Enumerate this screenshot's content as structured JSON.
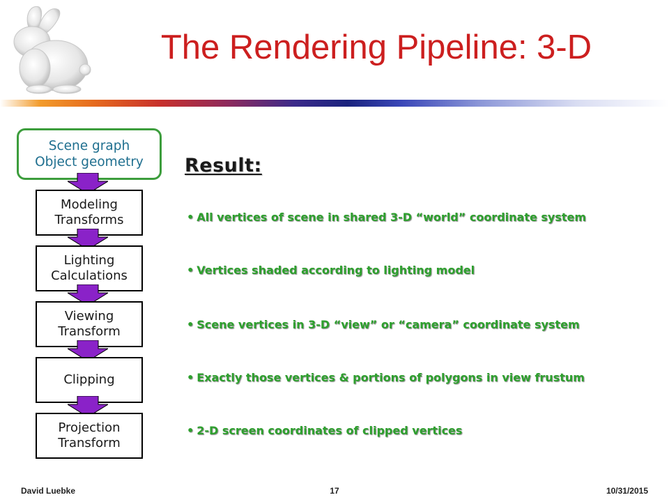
{
  "slide": {
    "title": "The Rendering Pipeline: 3-D",
    "logo_icon": "stanford-bunny-icon"
  },
  "pipeline": {
    "input_node": {
      "line1": "Scene graph",
      "line2": "Object geometry"
    },
    "stages": [
      {
        "line1": "Modeling",
        "line2": "Transforms"
      },
      {
        "line1": "Lighting",
        "line2": "Calculations"
      },
      {
        "line1": "Viewing",
        "line2": "Transform"
      },
      {
        "line1": "Clipping",
        "line2": ""
      },
      {
        "line1": "Projection",
        "line2": "Transform"
      }
    ],
    "arrow_icon": "down-arrow-icon",
    "arrow_fill": "#8a22c8",
    "input_border_color": "#3c9d3c"
  },
  "result": {
    "heading": "Result:",
    "bullet_glyph": "•",
    "bullet_color": "#2ea02e",
    "items": [
      "All vertices of scene in shared 3-D “world” coordinate system",
      "Vertices shaded according to lighting model",
      "Scene vertices in 3-D “view” or “camera” coordinate system",
      "Exactly those vertices & portions of polygons in view frustum",
      "2-D screen coordinates of clipped vertices"
    ]
  },
  "footer": {
    "author": "David Luebke",
    "page_number": "17",
    "date": "10/31/2015"
  },
  "colors": {
    "title": "#cc1f1f",
    "heading": "#1a1a1a"
  }
}
